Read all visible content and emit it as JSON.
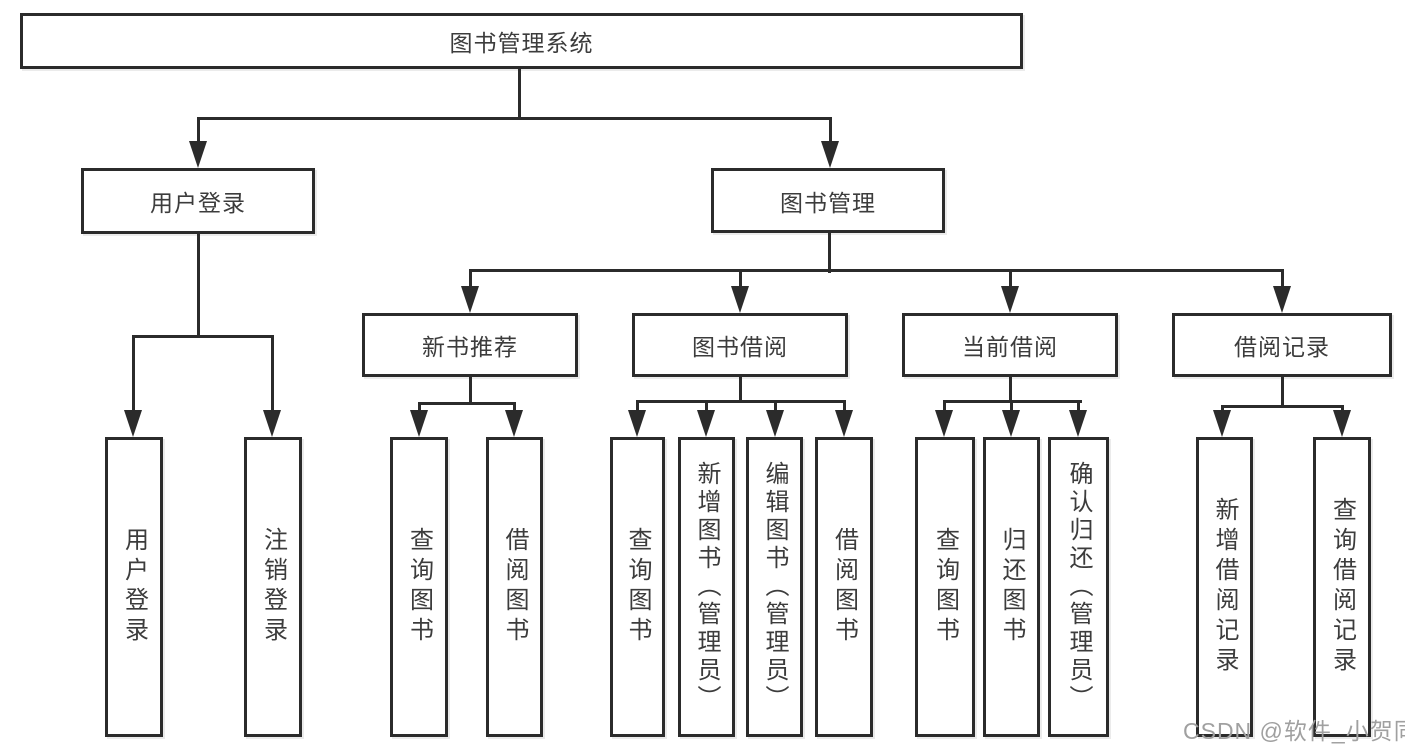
{
  "diagram": {
    "title": "图书管理系统",
    "line_color": "#2b2b2b",
    "text_color": "#3c3c3c",
    "level2": [
      {
        "label": "用户登录"
      },
      {
        "label": "图书管理"
      }
    ],
    "level3": [
      {
        "parent": "图书管理",
        "label": "新书推荐"
      },
      {
        "parent": "图书管理",
        "label": "图书借阅"
      },
      {
        "parent": "图书管理",
        "label": "当前借阅"
      },
      {
        "parent": "图书管理",
        "label": "借阅记录"
      }
    ],
    "leaves": [
      {
        "parent": "用户登录",
        "label": "用户登录"
      },
      {
        "parent": "用户登录",
        "label": "注销登录"
      },
      {
        "parent": "新书推荐",
        "label": "查询图书"
      },
      {
        "parent": "新书推荐",
        "label": "借阅图书"
      },
      {
        "parent": "图书借阅",
        "label": "查询图书"
      },
      {
        "parent": "图书借阅",
        "label": "新增图书（管理员）"
      },
      {
        "parent": "图书借阅",
        "label": "编辑图书（管理员）"
      },
      {
        "parent": "图书借阅",
        "label": "借阅图书"
      },
      {
        "parent": "当前借阅",
        "label": "查询图书"
      },
      {
        "parent": "当前借阅",
        "label": "归还图书"
      },
      {
        "parent": "当前借阅",
        "label": "确认归还（管理员）"
      },
      {
        "parent": "借阅记录",
        "label": "新增借阅记录"
      },
      {
        "parent": "借阅记录",
        "label": "查询借阅记录"
      }
    ]
  },
  "watermark": {
    "text": "CSDN @软件_小贺同学"
  }
}
